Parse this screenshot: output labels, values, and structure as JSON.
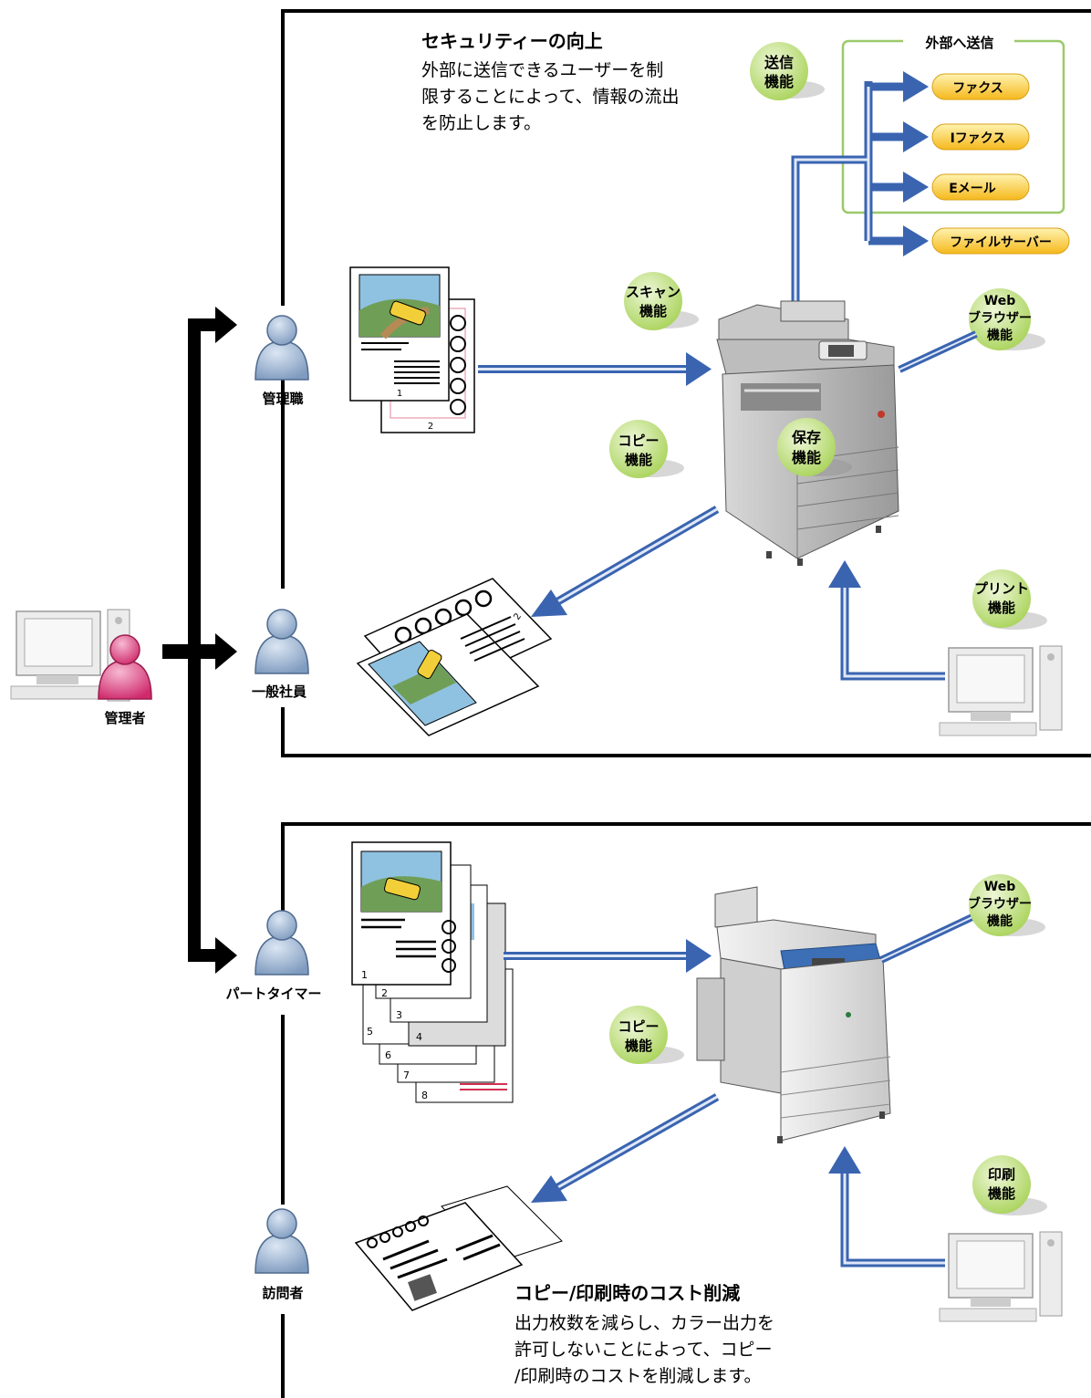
{
  "top": {
    "heading": "セキュリティーの向上",
    "body_lines": [
      "外部に送信できるユーザーを制",
      "限することによって、情報の流出",
      "を防止します。"
    ],
    "send_group_title": "外部へ送信",
    "destinations": [
      "ファクス",
      "Iファクス",
      "Eメール",
      "ファイルサーバー"
    ],
    "badges": {
      "send": [
        "送信",
        "機能"
      ],
      "scan": [
        "スキャン",
        "機能"
      ],
      "copy": [
        "コピー",
        "機能"
      ],
      "store": [
        "保存",
        "機能"
      ],
      "web": [
        "Web",
        "ブラウザー",
        "機能"
      ],
      "print": [
        "プリント",
        "機能"
      ]
    },
    "doc_page_numbers": [
      "1",
      "2"
    ]
  },
  "users": {
    "admin": "管理者",
    "manager": "管理職",
    "employee": "一般社員",
    "parttime": "パートタイマー",
    "visitor": "訪問者"
  },
  "bottom": {
    "heading": "コピー/印刷時のコスト削減",
    "body_lines": [
      "出力枚数を減らし、カラー出力を",
      "許可しないことによって、コピー",
      "/印刷時のコストを削減します。"
    ],
    "badges": {
      "web": [
        "Web",
        "ブラウザー",
        "機能"
      ],
      "copy": [
        "コピー",
        "機能"
      ],
      "print": [
        "印刷",
        "機能"
      ]
    },
    "doc_page_numbers": [
      "1",
      "2",
      "3",
      "4",
      "5",
      "6",
      "7",
      "8"
    ]
  },
  "colors": {
    "arrow_blue": "#3a64b0",
    "person_blue": "#8fa8c8",
    "admin_pink": "#d63a78",
    "badge_green": "#b9dd6c",
    "pill_yellow": "#f7c52a",
    "group_green": "#9cc96a"
  }
}
